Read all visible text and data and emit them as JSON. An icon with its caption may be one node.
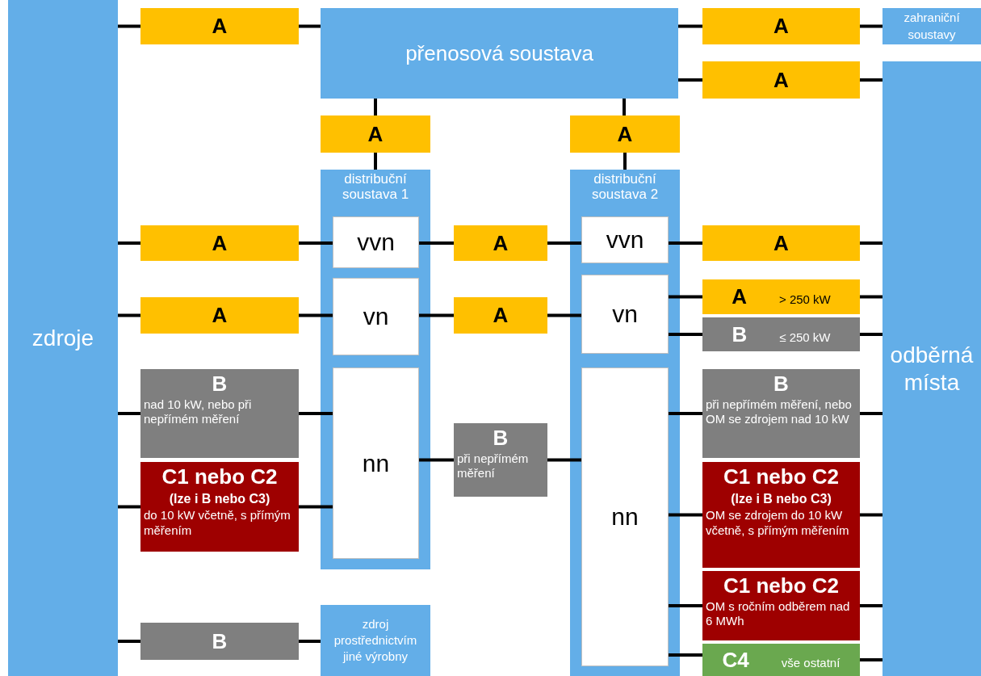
{
  "diagram": {
    "nodes": [
      {
        "text": [
          "zdroje"
        ]
      },
      {
        "text": [
          "A"
        ]
      },
      {
        "text": [
          "přenosová soustava"
        ]
      },
      {
        "text": [
          "A"
        ]
      },
      {
        "text": [
          "zahraniční soustavy"
        ]
      },
      {
        "text": [
          "A"
        ]
      },
      {
        "text": [
          "odběrná místa"
        ]
      },
      {
        "text": [
          "A"
        ]
      },
      {
        "text": [
          "A"
        ]
      },
      {
        "text": [
          "distribuční soustava 1"
        ]
      },
      {
        "text": [
          "vvn"
        ],
        "in": 9
      },
      {
        "text": [
          "vn"
        ],
        "in": 9
      },
      {
        "text": [
          "nn"
        ],
        "in": 9
      },
      {
        "text": [
          "distribuční soustava 2"
        ]
      },
      {
        "text": [
          "vvn"
        ],
        "in": 13
      },
      {
        "text": [
          "vn"
        ],
        "in": 13
      },
      {
        "text": [
          "nn"
        ],
        "in": 13
      },
      {
        "text": [
          "A"
        ]
      },
      {
        "text": [
          "A"
        ]
      },
      {
        "text": [
          "A"
        ]
      },
      {
        "text": [
          "A"
        ]
      },
      {
        "text": [
          "A"
        ]
      },
      {
        "text": [
          "A",
          "> 250 kW"
        ]
      },
      {
        "text": [
          "B",
          "≤ 250 kW"
        ]
      },
      {
        "text": [
          "B",
          "nad 10 kW, nebo při nepřímém měření"
        ]
      },
      {
        "text": [
          "C1 nebo C2",
          "(lze i B nebo C3)",
          "do 10 kW včetně, s přímým měřením"
        ]
      },
      {
        "text": [
          "B",
          "při nepřímém měření"
        ]
      },
      {
        "text": [
          "B",
          "při nepřímém měření, nebo OM se zdrojem nad 10 kW"
        ]
      },
      {
        "text": [
          "C1 nebo C2",
          "(lze i B nebo C3)",
          "OM se zdrojem do 10 kW včetně, s přímým měřením"
        ]
      },
      {
        "text": [
          "C1 nebo C2",
          "OM s ročním odběrem nad 6 MWh"
        ]
      },
      {
        "text": [
          "C4",
          "vše ostatní"
        ]
      },
      {
        "text": [
          "B"
        ]
      },
      {
        "text": [
          "zdroj prostřednictvím jiné výrobny"
        ]
      }
    ],
    "edges": [
      {
        "from": 0,
        "to": 1,
        "arrow": "none"
      },
      {
        "from": 1,
        "to": 2,
        "arrow": "none"
      },
      {
        "from": 2,
        "to": 3,
        "arrow": "none"
      },
      {
        "from": 3,
        "to": 4,
        "arrow": "none"
      },
      {
        "from": 2,
        "to": 5,
        "arrow": "none"
      },
      {
        "from": 5,
        "to": 6,
        "arrow": "none"
      },
      {
        "from": 2,
        "to": 7,
        "arrow": "none"
      },
      {
        "from": 7,
        "to": 9,
        "arrow": "none"
      },
      {
        "from": 2,
        "to": 8,
        "arrow": "none"
      },
      {
        "from": 8,
        "to": 13,
        "arrow": "none"
      },
      {
        "from": 0,
        "to": 17,
        "arrow": "none"
      },
      {
        "from": 17,
        "to": 10,
        "arrow": "none"
      },
      {
        "from": 10,
        "to": 18,
        "arrow": "none"
      },
      {
        "from": 18,
        "to": 14,
        "arrow": "none"
      },
      {
        "from": 14,
        "to": 19,
        "arrow": "none"
      },
      {
        "from": 19,
        "to": 6,
        "arrow": "none"
      },
      {
        "from": 0,
        "to": 20,
        "arrow": "none"
      },
      {
        "from": 20,
        "to": 11,
        "arrow": "none"
      },
      {
        "from": 11,
        "to": 21,
        "arrow": "none"
      },
      {
        "from": 21,
        "to": 15,
        "arrow": "none"
      },
      {
        "from": 15,
        "to": 22,
        "arrow": "none"
      },
      {
        "from": 22,
        "to": 6,
        "arrow": "none"
      },
      {
        "from": 15,
        "to": 23,
        "arrow": "none"
      },
      {
        "from": 23,
        "to": 6,
        "arrow": "none"
      },
      {
        "from": 0,
        "to": 24,
        "arrow": "none"
      },
      {
        "from": 24,
        "to": 12,
        "arrow": "none"
      },
      {
        "from": 0,
        "to": 25,
        "arrow": "none"
      },
      {
        "from": 25,
        "to": 12,
        "arrow": "none"
      },
      {
        "from": 12,
        "to": 26,
        "arrow": "none"
      },
      {
        "from": 26,
        "to": 16,
        "arrow": "none"
      },
      {
        "from": 16,
        "to": 27,
        "arrow": "none"
      },
      {
        "from": 27,
        "to": 6,
        "arrow": "none"
      },
      {
        "from": 16,
        "to": 28,
        "arrow": "none"
      },
      {
        "from": 28,
        "to": 6,
        "arrow": "none"
      },
      {
        "from": 16,
        "to": 29,
        "arrow": "none"
      },
      {
        "from": 29,
        "to": 6,
        "arrow": "none"
      },
      {
        "from": 16,
        "to": 30,
        "arrow": "none"
      },
      {
        "from": 30,
        "to": 6,
        "arrow": "none"
      },
      {
        "from": 0,
        "to": 31,
        "arrow": "none"
      },
      {
        "from": 31,
        "to": 32,
        "arrow": "none"
      }
    ]
  }
}
